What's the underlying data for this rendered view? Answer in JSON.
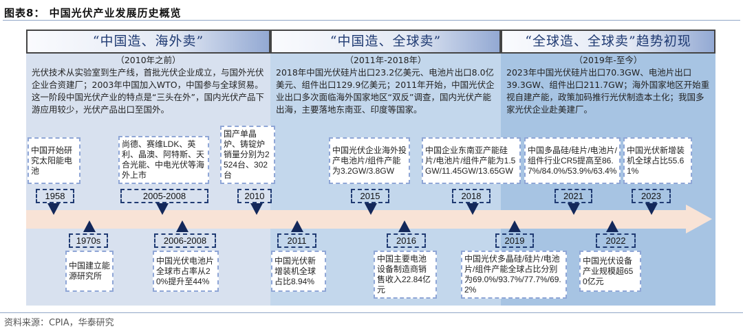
{
  "title": "图表8：  中国光伏产业发展历史概览",
  "source": "资料来源：CPIA，华泰研究",
  "phases": [
    {
      "header": "“中国造、海外卖”",
      "period": "（2010年之前）",
      "desc": "光伏技术从实验室到生产线，首批光伏企业成立，与国外光伏企业合资建厂；2003年中国加入WTO，中国参与全球贸易。这一阶段中国光伏产业的特点是“三头在外”，国内光伏产品下游应用较少，光伏产品出口至国外。",
      "color": "#d8e1ef"
    },
    {
      "header": "“中国造、全球卖”",
      "period": "（2011年-2018年）",
      "desc": "2018年中国光伏硅片出口23.2亿美元、电池片出口8.0亿美元、组件出口129.9亿美元；2011年开始，中国光伏企业出口多次面临海外国家地区“双反”调查，国内光伏产能出海，主要落地东南亚、印度等国家。",
      "color": "#c3d7ec"
    },
    {
      "header": "“全球造、全球卖”趋势初现",
      "period": "（2019年-至今）",
      "desc": "2023年中国光伏硅片出口70.3GW、电池片出口39.3GW、组件出口211.7GW；海外国家地区开始重视自建产能，政策加码推行光伏制造本土化；我国多家光伏企业赴美建厂。",
      "color": "#a7c4e3"
    }
  ],
  "top_events": [
    {
      "year": "1958",
      "text": "中国开始研究太阳能电池"
    },
    {
      "year": "2005-2008",
      "text": "尚德、赛维LDK、英利、晶澳、阿特斯、天合光能、中电光伏等海外上市"
    },
    {
      "year": "2010",
      "text": "国产单晶炉、铸锭炉销量分别为2524台、302台"
    },
    {
      "year": "2015",
      "text": "中国光伏企业海外投产电池片/组件产能为3.2GW/3.8GW"
    },
    {
      "year": "2018",
      "text": "中国企业东南亚产能硅片/电池片/组件产能为1.5GW/11.45GW/13.65GW"
    },
    {
      "year": "2021",
      "text": "中国多晶硅/硅片/电池片/组件行业CR5提高至86.7%/84.0%/53.9%/63.4%"
    },
    {
      "year": "2023",
      "text": "中国光伏新增装机全球占比55.61%"
    }
  ],
  "bottom_events": [
    {
      "year": "1970s",
      "text": "中国建立能源研究所"
    },
    {
      "year": "2006-2008",
      "text": "中国光伏电池片全球市占率从20%提升至44%"
    },
    {
      "year": "2011",
      "text": "中国光伏新增装机全球占比8.94%"
    },
    {
      "year": "2016",
      "text": "中国主要电池设备制造商销售收入22.84亿元"
    },
    {
      "year": "2019",
      "text": "中国光伏多晶硅/硅片/电池片/组件产能全球占比分别为69.0%/93.7%/77.7%/69.2%"
    },
    {
      "year": "2022",
      "text": "中国光伏设备产业规模超650亿元"
    }
  ]
}
